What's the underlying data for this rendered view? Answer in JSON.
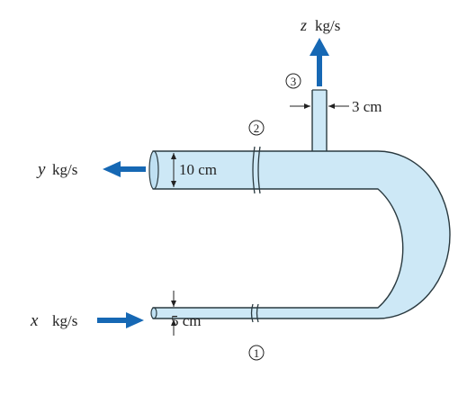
{
  "colors": {
    "pipe_fill": "#cde8f6",
    "pipe_stroke": "#2a3a40",
    "arrow": "#1668b4",
    "text": "#222222"
  },
  "diagram": {
    "outlet_top": {
      "symbol": "z",
      "unit": "kg/s",
      "direction": "up"
    },
    "outlet_left": {
      "symbol": "y",
      "unit": "kg/s",
      "direction": "left"
    },
    "inlet_left": {
      "symbol": "x",
      "unit": "kg/s",
      "direction": "right"
    },
    "section_1": {
      "label": "1"
    },
    "section_2": {
      "label": "2"
    },
    "section_3": {
      "label": "3"
    },
    "dim_upper": "10 cm",
    "dim_lower": "5 cm",
    "dim_branch": "3 cm"
  }
}
